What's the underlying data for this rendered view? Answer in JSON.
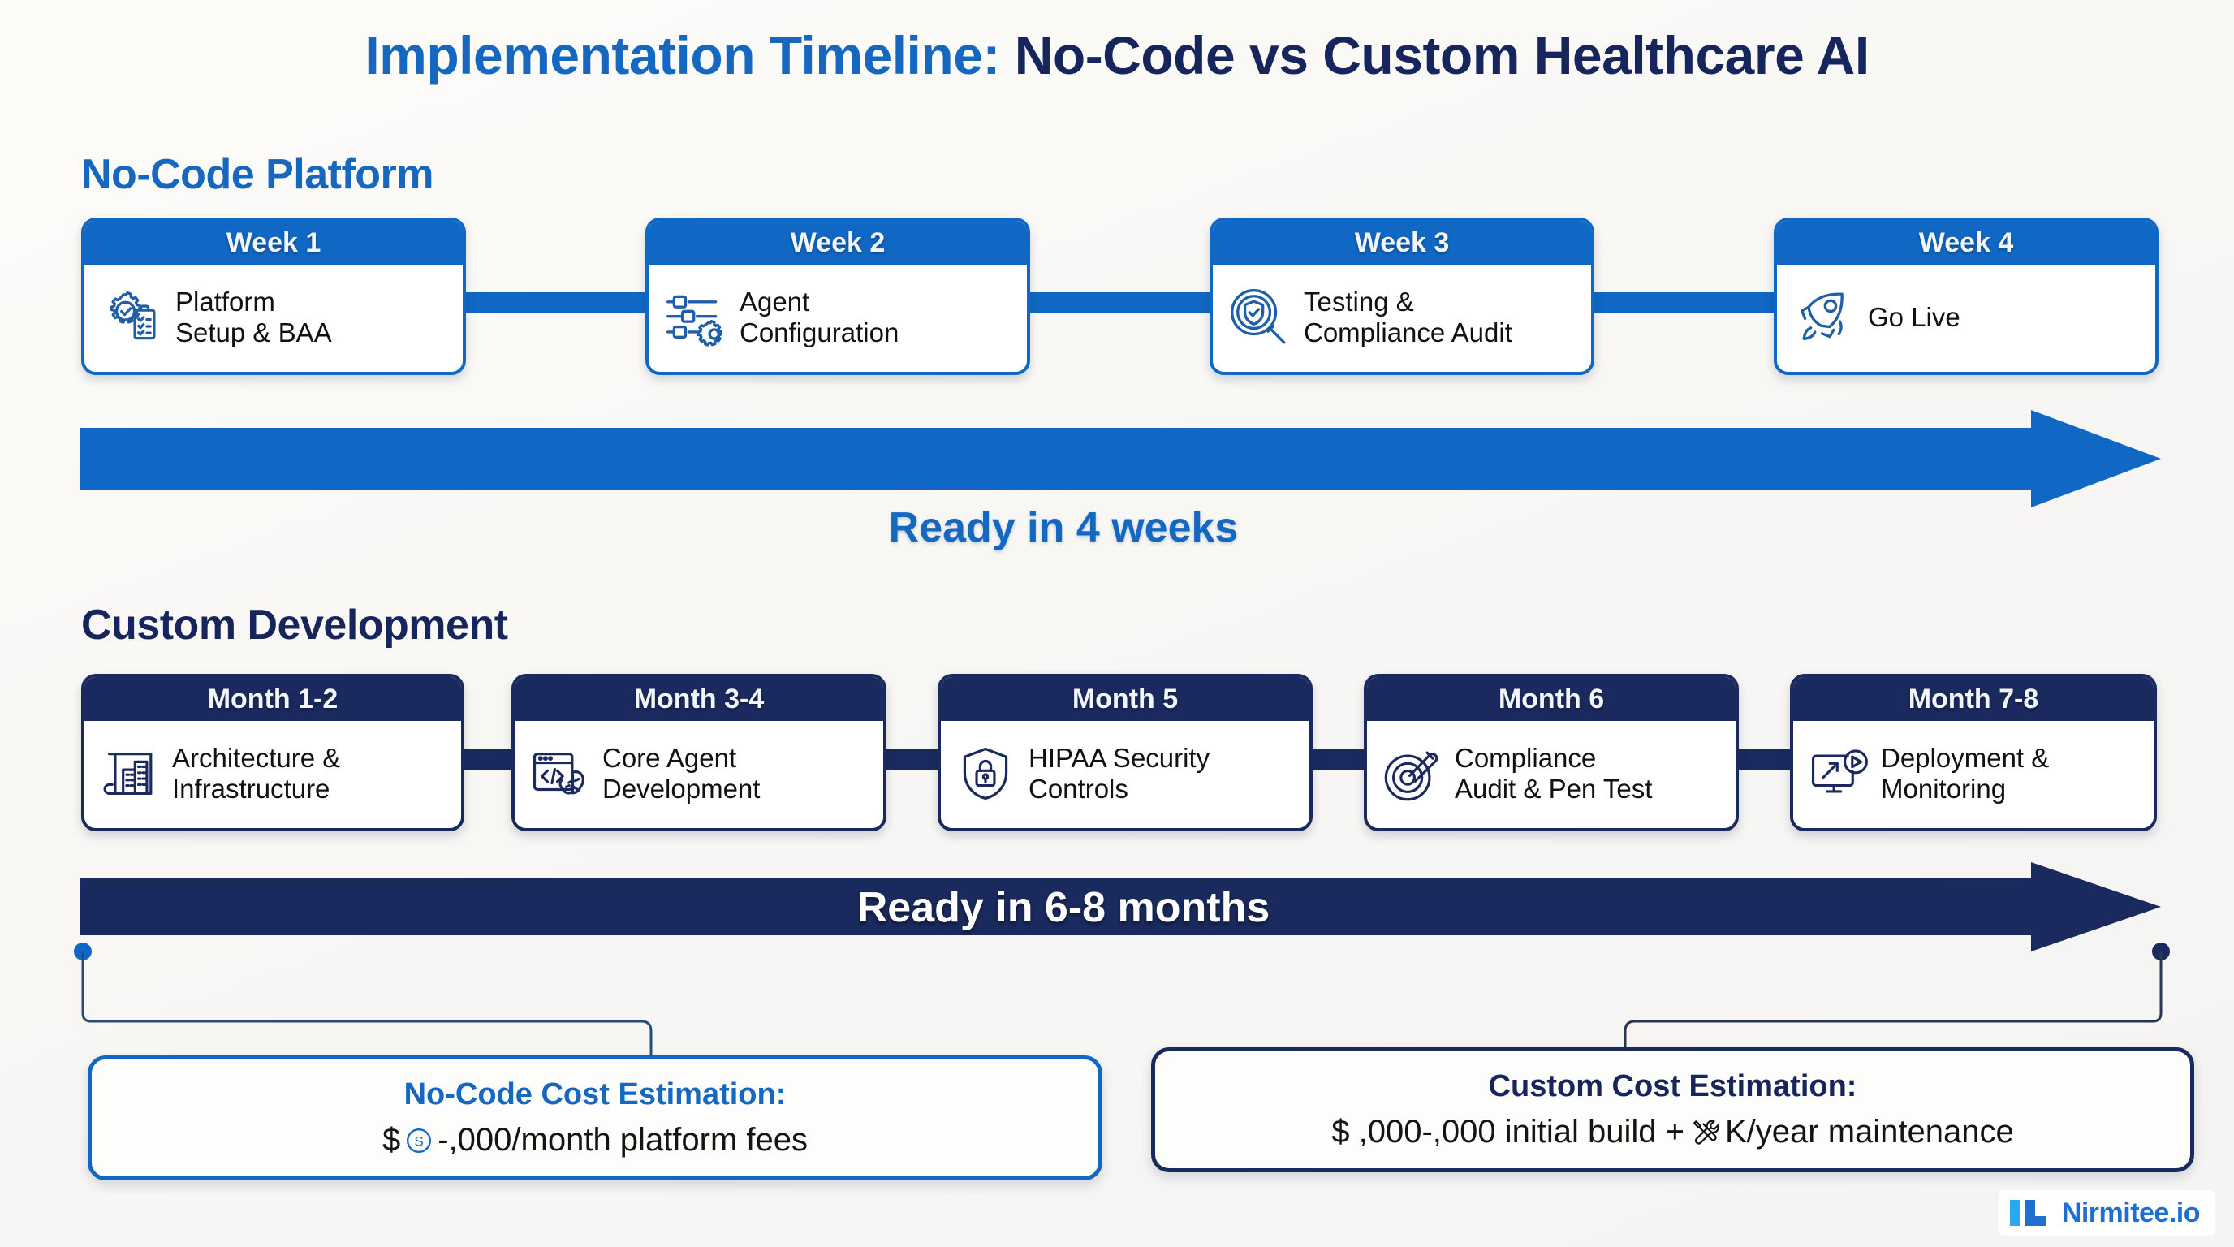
{
  "title": {
    "part_blue": "Implementation Timeline:",
    "part_navy": " No-Code vs Custom Healthcare AI"
  },
  "colors": {
    "brand_blue": "#1068c4",
    "brand_navy": "#1a2a5e",
    "title_blue": "#1567c0",
    "title_navy": "#16265c",
    "background": "#fbfaf7"
  },
  "nocode": {
    "heading": "No-Code Platform",
    "ready_label": "Ready in 4 weeks",
    "steps": [
      {
        "period": "Week 1",
        "label": "Platform\nSetup & BAA",
        "line1": "Platform",
        "line2": "Setup & BAA",
        "icon": "gear-clipboard-icon"
      },
      {
        "period": "Week 2",
        "label": "Agent\nConfiguration",
        "line1": "Agent",
        "line2": "Configuration",
        "icon": "sliders-gear-icon"
      },
      {
        "period": "Week 3",
        "label": "Testing &\nCompliance Audit",
        "line1": "Testing &",
        "line2": "Compliance Audit",
        "icon": "magnifier-shield-check-icon"
      },
      {
        "period": "Week 4",
        "label": "Go Live",
        "line1": "Go Live",
        "line2": "",
        "icon": "rocket-icon"
      }
    ]
  },
  "custom": {
    "heading": "Custom Development",
    "ready_label": "Ready in 6-8 months",
    "steps": [
      {
        "period": "Month 1-2",
        "label": "Architecture &\nInfrastructure",
        "line1": "Architecture &",
        "line2": "Infrastructure",
        "icon": "blueprint-building-icon"
      },
      {
        "period": "Month 3-4",
        "label": "Core Agent\nDevelopment",
        "line1": "Core Agent",
        "line2": "Development",
        "icon": "code-window-brain-icon"
      },
      {
        "period": "Month 5",
        "label": "HIPAA Security\nControls",
        "line1": "HIPAA Security",
        "line2": "Controls",
        "icon": "shield-lock-icon"
      },
      {
        "period": "Month 6",
        "label": "Compliance\nAudit & Pen Test",
        "line1": "Compliance",
        "line2": "Audit & Pen Test",
        "icon": "target-pen-icon"
      },
      {
        "period": "Month 7-8",
        "label": "Deployment &\nMonitoring",
        "line1": "Deployment &",
        "line2": "Monitoring",
        "icon": "monitor-deploy-icon"
      }
    ]
  },
  "cost": {
    "nocode": {
      "title": "No-Code Cost Estimation:",
      "value_prefix": "$",
      "value_icon": "dollar-coin-icon",
      "value_text": "-,000/month platform fees"
    },
    "custom": {
      "title": "Custom Cost Estimation:",
      "value_before": "$ ,000-,000 initial build +",
      "value_icon": "tools-wrench-screwdriver-icon",
      "value_after": "K/year maintenance"
    }
  },
  "logo": {
    "text": "Nirmitee.io",
    "mark": "nirmitee-logo-mark"
  }
}
